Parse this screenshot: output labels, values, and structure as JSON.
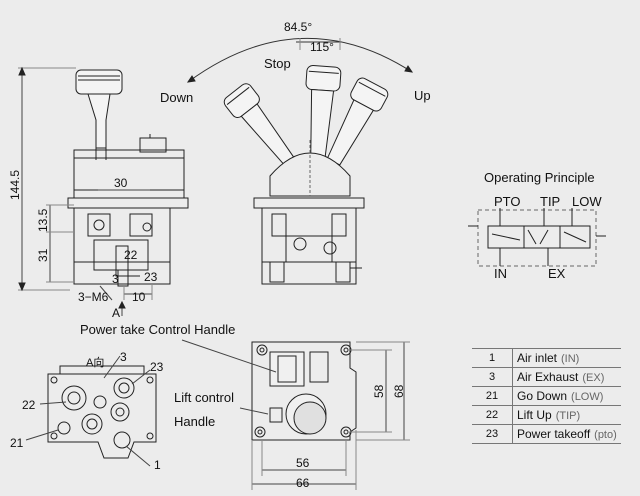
{
  "angles": {
    "total": "84.5°",
    "inner": "115°"
  },
  "positions": {
    "down": "Down",
    "stop": "Stop",
    "up": "Up"
  },
  "dims": {
    "height_total": "144.5",
    "h_13_5": "13.5",
    "h_31": "31",
    "w_30": "30",
    "d_22": "22",
    "d_23": "23",
    "d_3": "3",
    "thread": "3−M6",
    "w_10": "10",
    "view_a": "A",
    "view_a_dir": "A向",
    "w_56": "56",
    "w_66": "66",
    "h_58": "58",
    "h_68": "68"
  },
  "port_labels": {
    "p22": "22",
    "p3": "3",
    "p23": "23",
    "p21": "21",
    "p1": "1"
  },
  "operating_principle": {
    "title": "Operating Principle",
    "pto": "PTO",
    "tip": "TIP",
    "low": "LOW",
    "in": "IN",
    "ex": "EX"
  },
  "callouts": {
    "pto_handle": "Power take Control Handle",
    "lift_line1": "Lift control",
    "lift_line2": "Handle"
  },
  "legend": [
    {
      "num": "1",
      "name": "Air inlet",
      "code": "(IN)"
    },
    {
      "num": "3",
      "name": "Air Exhaust",
      "code": "(EX)"
    },
    {
      "num": "21",
      "name": "Go Down",
      "code": "(LOW)"
    },
    {
      "num": "22",
      "name": "Lift Up",
      "code": "(TIP)"
    },
    {
      "num": "23",
      "name": "Power takeoff",
      "code": "(pto)"
    }
  ]
}
